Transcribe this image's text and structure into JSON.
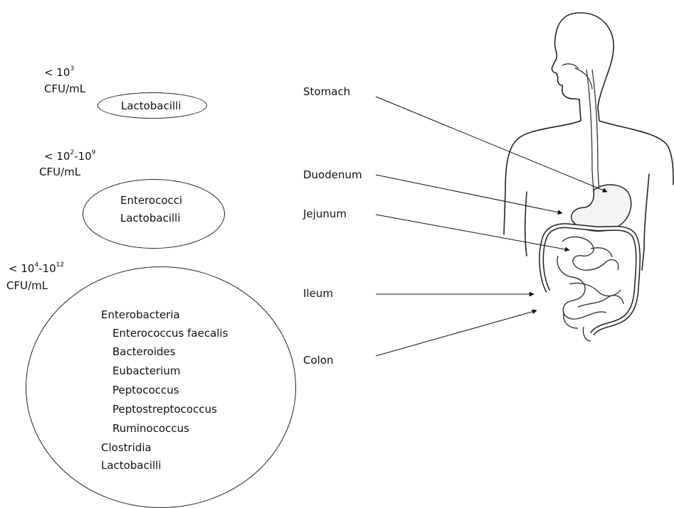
{
  "zones": [
    {
      "conc_prefix": "< 10",
      "conc_exp": "3",
      "conc_mid": "",
      "conc_exp2": "",
      "unit": "CFU/mL",
      "bacteria": [
        "Lactobacilli"
      ]
    },
    {
      "conc_prefix": "< 10",
      "conc_exp": "2",
      "conc_mid": "-10",
      "conc_exp2": "9",
      "unit": "CFU/mL",
      "bacteria": [
        "Enterococci",
        "Lactobacilli"
      ]
    },
    {
      "conc_prefix": "< 10",
      "conc_exp": "4",
      "conc_mid": "-10",
      "conc_exp2": "12",
      "unit": "CFU/mL",
      "bacteria": [
        "Enterobacteria",
        "Enterococcus faecalis",
        "Bacteroides",
        "Eubacterium",
        "Peptococcus",
        "Peptostreptococcus",
        "Ruminococcus",
        "Clostridia",
        "Lactobacilli"
      ]
    }
  ],
  "organs": [
    "Stomach",
    "Duodenum",
    "Jejunum",
    "Ileum",
    "Colon"
  ]
}
